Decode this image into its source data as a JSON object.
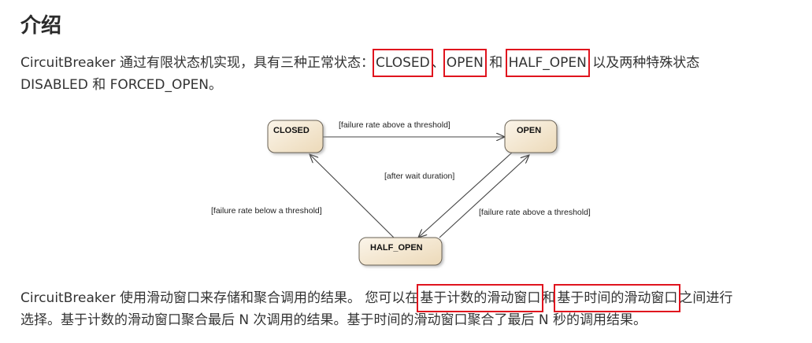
{
  "heading": "介绍",
  "intro": {
    "line1_prefix": "CircuitBreaker 通过有限状态机实现，具有三种正常状态：",
    "state_closed": "CLOSED",
    "sep1": "、",
    "state_open": "OPEN",
    "sep2": " 和 ",
    "state_half_open": "HALF_OPEN",
    "line1_suffix": " 以及两种特殊状态",
    "line2": "DISABLED 和 FORCED_OPEN。"
  },
  "diagram": {
    "states": {
      "closed": "CLOSED",
      "open": "OPEN",
      "half_open": "HALF_OPEN"
    },
    "transitions": {
      "closed_to_open": "[failure rate above a threshold]",
      "open_to_half_open": "[after wait duration]",
      "half_open_to_closed": "[failure rate below a threshold]",
      "half_open_to_open": "[failure rate above a threshold]"
    },
    "colors": {
      "state_fill": "#f3e6cf",
      "state_stroke": "#6b6356",
      "arrow": "#444444"
    }
  },
  "window_para": {
    "line1_prefix": "CircuitBreaker 使用滑动窗口来存储和聚合调用的结果。 您可以在",
    "count_window": "基于计数的滑动窗口",
    "mid": "和",
    "time_window": "基于时间的滑动窗口",
    "line1_suffix": "之间进行",
    "line2": "选择。基于计数的滑动窗口聚合最后 N 次调用的结果。基于时间的滑动窗口聚合了最后 N 秒的调用结果。"
  },
  "highlight_color": "#e0141e"
}
